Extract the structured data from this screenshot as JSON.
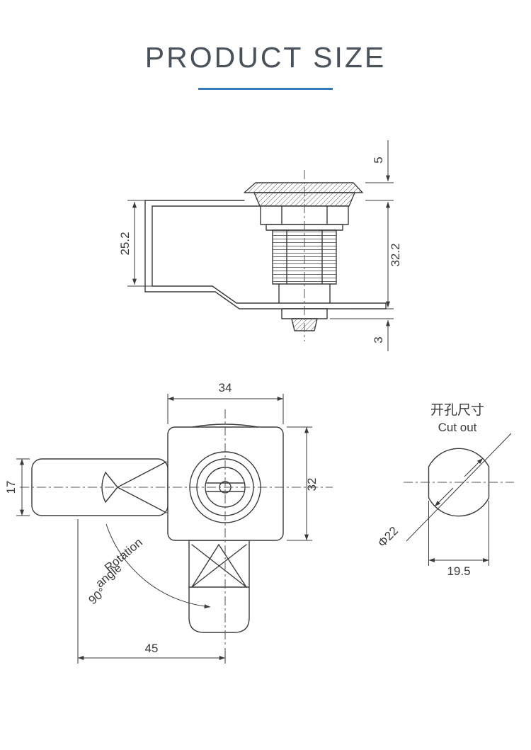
{
  "page": {
    "title": "PRODUCT SIZE"
  },
  "colors": {
    "accent": "#3779bd",
    "heading": "#49525b",
    "line": "#3b3b3b"
  },
  "side_view": {
    "dims": {
      "head_height": "5",
      "bracket_height": "25.2",
      "body_length": "32.2",
      "cam_thickness": "3"
    }
  },
  "front_view": {
    "dims": {
      "body_width": "34",
      "body_height": "32",
      "handle_width": "17",
      "overall_length": "45"
    },
    "rotation": {
      "line1": "Rotation",
      "line2": "angle",
      "line3": "90°"
    }
  },
  "cutout_view": {
    "label_cn": "开孔尺寸",
    "label_en": "Cut out",
    "dims": {
      "diameter": "Φ22",
      "across_flats": "19.5"
    }
  }
}
